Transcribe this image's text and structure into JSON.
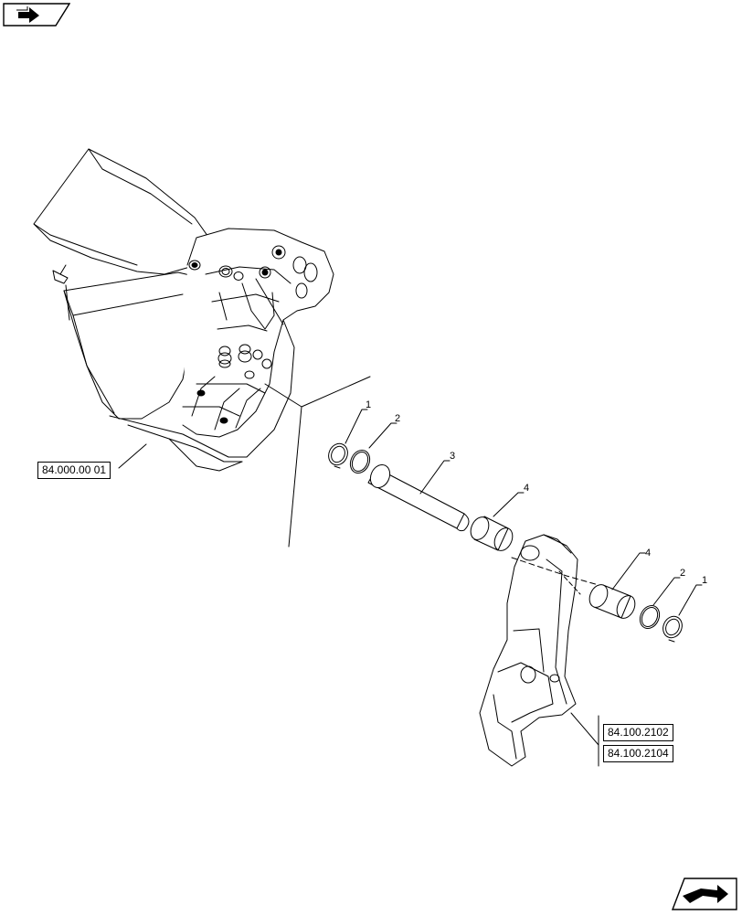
{
  "callouts": {
    "c1a": "1",
    "c2a": "2",
    "c3": "3",
    "c4a": "4",
    "c4b": "4",
    "c2b": "2",
    "c1b": "1"
  },
  "references": {
    "bucket": "84.000.00 01",
    "arm_1": "84.100.2102",
    "arm_2": "84.100.2104"
  },
  "icons": {
    "top_left": "prev-page-arrow-icon",
    "bottom_right": "next-page-arrow-icon"
  }
}
